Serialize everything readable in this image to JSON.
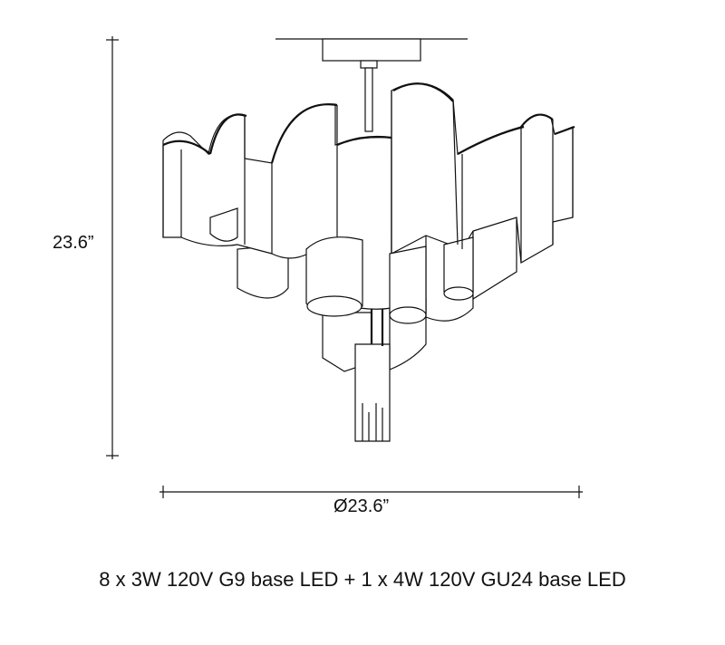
{
  "dimensions": {
    "height": "23.6”",
    "diameter": "Ø23.6”"
  },
  "spec": "8 x 3W 120V G9 base LED + 1 x 4W 120V GU24 base LED",
  "colors": {
    "line": "#111111",
    "background": "#ffffff"
  }
}
